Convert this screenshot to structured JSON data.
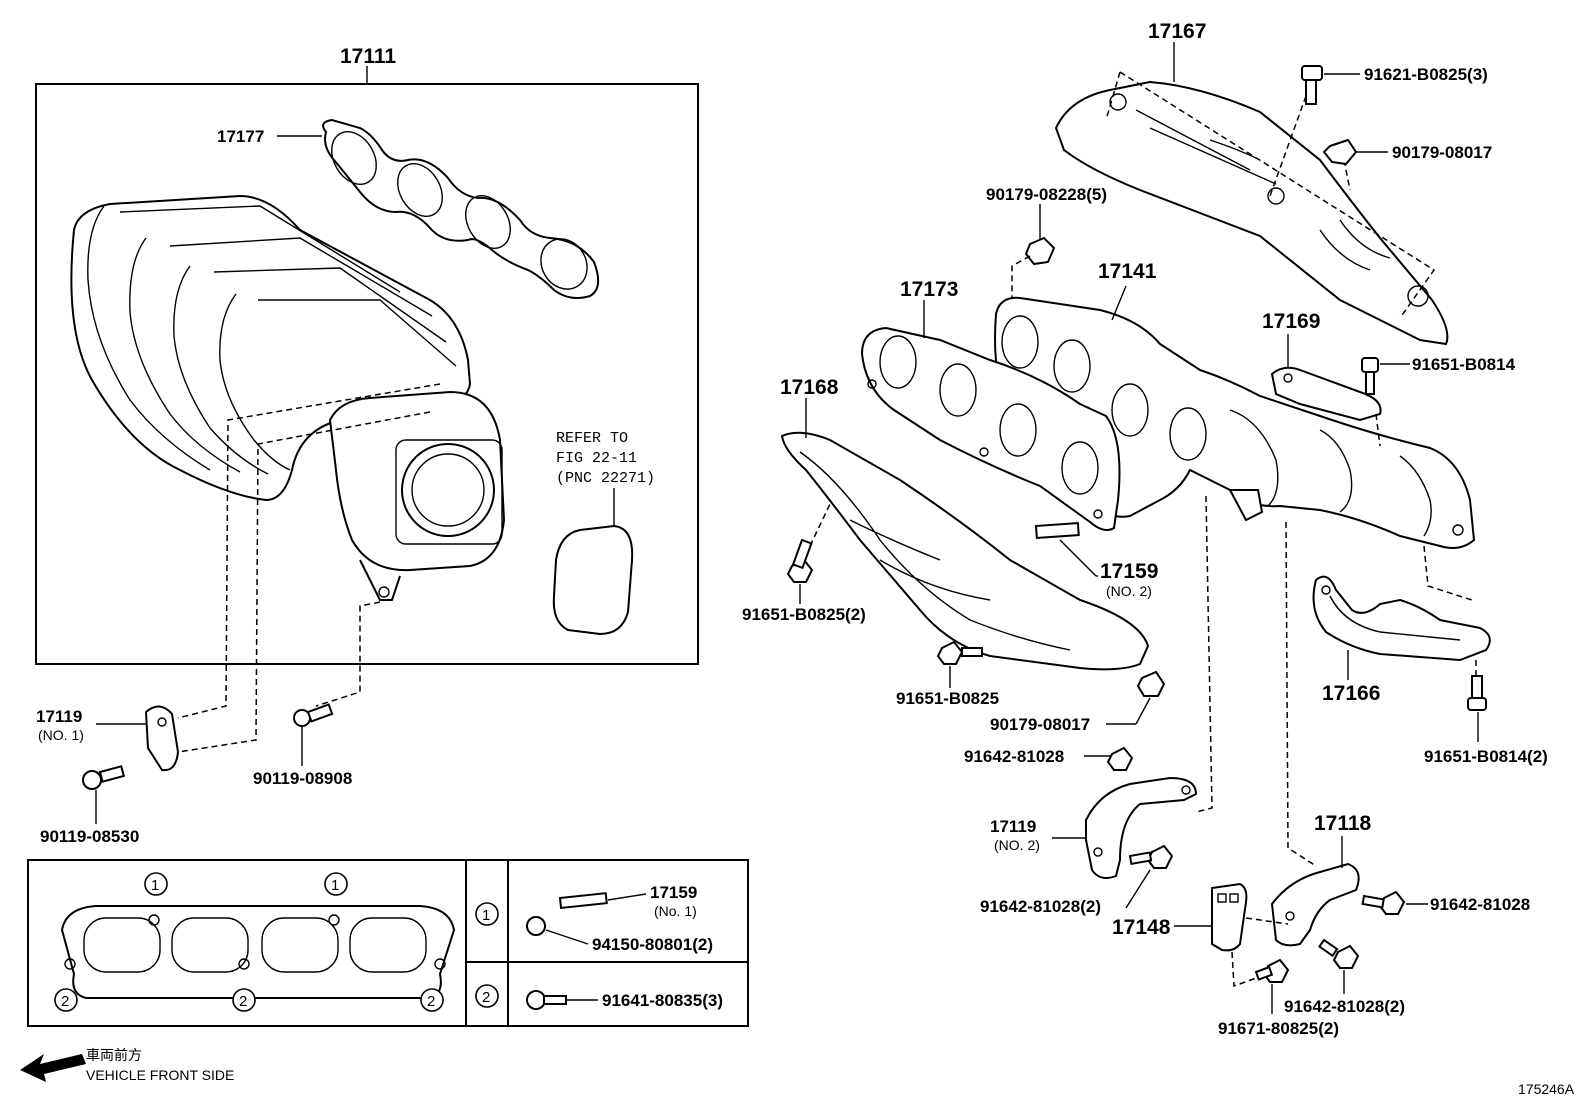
{
  "parts": {
    "p17111": "17111",
    "p17177": "17177",
    "p17167": "17167",
    "p91621": "91621-B0825(3)",
    "p90179a": "90179-08017",
    "p90179_08228": "90179-08228(5)",
    "p17141": "17141",
    "p17173": "17173",
    "p17169": "17169",
    "p91651_b0814": "91651-B0814",
    "p17168": "17168",
    "p17159": "17159",
    "p17159_no2": "(NO. 2)",
    "p91651_b0825_2": "91651-B0825(2)",
    "p91651_b0825": "91651-B0825",
    "p90179b": "90179-08017",
    "p17166": "17166",
    "p91651_b0814_2": "91651-B0814(2)",
    "p91642_81028a": "91642-81028",
    "p17119_no2_num": "17119",
    "p17119_no2": "(NO. 2)",
    "p91642_81028_2a": "91642-81028(2)",
    "p17118": "17118",
    "p91642_81028b": "91642-81028",
    "p17148": "17148",
    "p91642_81028_2b": "91642-81028(2)",
    "p91671": "91671-80825(2)",
    "p17119_no1_num": "17119",
    "p17119_no1": "(NO. 1)",
    "p90119_08908": "90119-08908",
    "p90119_08530": "90119-08530",
    "inset_17159": "17159",
    "inset_no1": "(No. 1)",
    "inset_94150": "94150-80801(2)",
    "inset_91641": "91641-80835(3)"
  },
  "refer": {
    "line1": "REFER TO",
    "line2": "FIG 22-11",
    "line3": "(PNC 22271)"
  },
  "callouts": {
    "one": "1",
    "two": "2"
  },
  "footer": {
    "jp": "車両前方",
    "en": "VEHICLE FRONT SIDE",
    "fig_id": "175246A"
  }
}
